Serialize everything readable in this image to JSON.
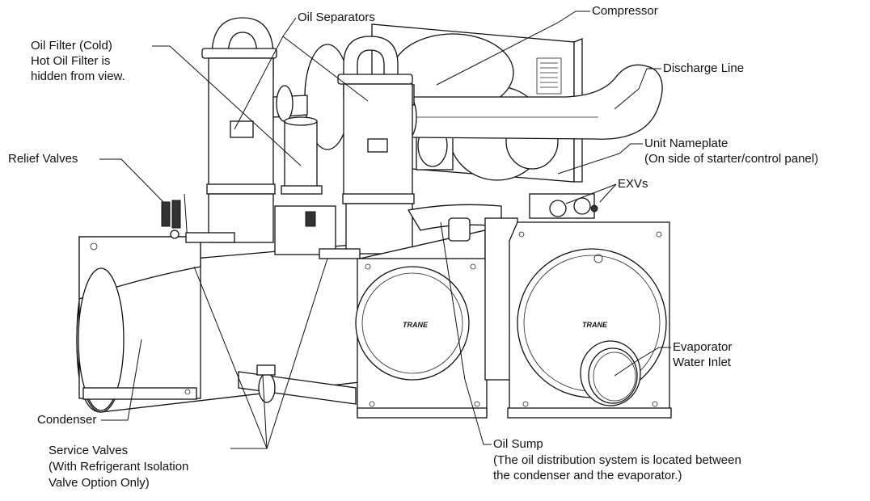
{
  "labels": {
    "oil_separators": "Oil Separators",
    "compressor": "Compressor",
    "oil_filter": [
      "Oil Filter (Cold)",
      "Hot Oil Filter is",
      "hidden from view."
    ],
    "discharge_line": "Discharge Line",
    "relief_valves": "Relief Valves",
    "unit_nameplate": [
      "Unit Nameplate",
      "(On side of starter/control panel)"
    ],
    "exvs": "EXVs",
    "evaporator_water_inlet": [
      "Evaporator",
      "Water Inlet"
    ],
    "condenser": "Condenser",
    "service_valves": [
      "Service Valves",
      "(With Refrigerant Isolation",
      "Valve Option Only)"
    ],
    "oil_sump": [
      "Oil Sump",
      "(The oil distribution system is located between",
      "the condenser and the evaporator.)"
    ]
  },
  "brand_marks": {
    "logo_left": "TRANE",
    "logo_right": "TRANE"
  }
}
